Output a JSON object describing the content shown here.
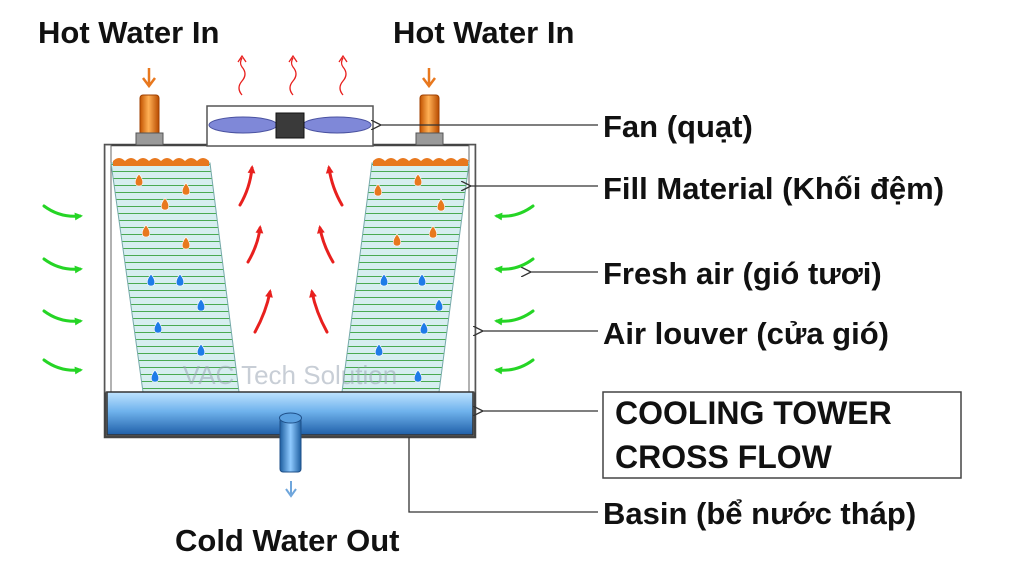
{
  "title_box": {
    "line1": "COOLING TOWER",
    "line2": "CROSS FLOW"
  },
  "inlets": {
    "left": "Hot Water In",
    "right": "Hot Water In"
  },
  "outlet": "Cold Water Out",
  "callouts": {
    "fan": "Fan (quạt)",
    "fill": "Fill Material (Khối đệm)",
    "fresh_air": "Fresh air (gió tươi)",
    "louver": "Air louver (cửa gió)",
    "basin": "Basin (bể nước tháp)"
  },
  "watermark": "VAC Tech Solution",
  "colors": {
    "hot_water": "#e8781e",
    "cold_water": "#1e7be8",
    "warm_air": "#e8201e",
    "fresh_air": "#25d525",
    "fan_blade": "#7f88d8",
    "fill": "#cfe6ea",
    "fill_lines": "#2f9a35",
    "basin": "#3f86cc"
  }
}
